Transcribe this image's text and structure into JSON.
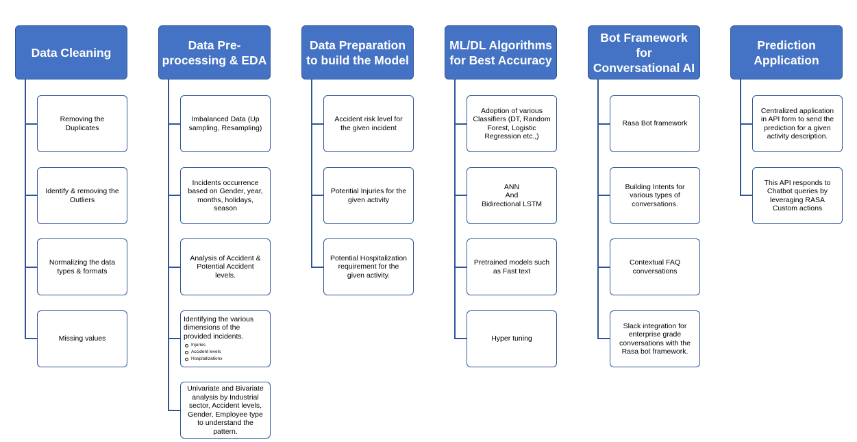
{
  "columns": [
    {
      "title": "Data Cleaning",
      "items": [
        "Removing the Duplicates",
        "Identify & removing the Outliers",
        "Normalizing the data types & formats",
        "Missing values"
      ]
    },
    {
      "title": "Data Pre-processing & EDA",
      "items": [
        "Imbalanced Data (Up sampling, Resampling)",
        "Incidents occurrence based on Gender, year, months, holidays, season",
        "Analysis of Accident & Potential Accident levels.",
        "Identifying the various dimensions of the provided incidents.",
        "Univariate and Bivariate analysis by Industrial sector, Accident levels, Gender, Employee type to understand the pattern."
      ],
      "subitems": [
        "Injuries",
        "Accident levels",
        "Hospitalizations"
      ]
    },
    {
      "title": "Data Preparation to build the Model",
      "items": [
        "Accident risk level for the given incident",
        "Potential Injuries for the given activity",
        "Potential Hospitalization requirement for the given activity."
      ]
    },
    {
      "title": "ML/DL Algorithms for Best Accuracy",
      "items": [
        "Adoption of various Classifiers (DT, Random Forest, Logistic Regression etc.,)",
        "ANN\nAnd\nBidirectional LSTM",
        "Pretrained models such as Fast text",
        "Hyper tuning"
      ]
    },
    {
      "title": "Bot Framework for Conversational AI",
      "items": [
        "Rasa Bot framework",
        "Building Intents for various types of conversations.",
        "Contextual FAQ conversations",
        "Slack integration for enterprise grade conversations with the Rasa bot framework."
      ]
    },
    {
      "title": "Prediction Application",
      "items": [
        "Centralized application in API form to send the prediction for a given activity description.",
        "This API responds to Chatbot queries by leveraging RASA Custom actions"
      ]
    }
  ]
}
